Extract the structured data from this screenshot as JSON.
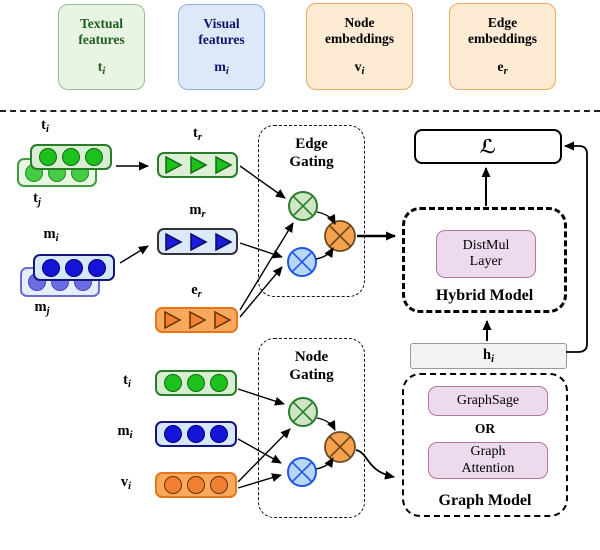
{
  "legend": {
    "items": [
      {
        "line1": "Textual",
        "line2": "features",
        "sym": "t",
        "sub": "i"
      },
      {
        "line1": "Visual",
        "line2": "features",
        "sym": "m",
        "sub": "i"
      },
      {
        "line1": "Node",
        "line2": "embeddings",
        "sym": "v",
        "sub": "i"
      },
      {
        "line1": "Edge",
        "line2": "embeddings",
        "sym": "e",
        "sub": "r"
      }
    ]
  },
  "diagram": {
    "inputs": {
      "ti": {
        "sym": "t",
        "sub": "i"
      },
      "tj": {
        "sym": "t",
        "sub": "j"
      },
      "mi": {
        "sym": "m",
        "sub": "i"
      },
      "mj": {
        "sym": "m",
        "sub": "j"
      },
      "tr": {
        "sym": "t",
        "sub": "r"
      },
      "mr": {
        "sym": "m",
        "sub": "r"
      },
      "er": {
        "sym": "e",
        "sub": "r"
      },
      "ti2": {
        "sym": "t",
        "sub": "i"
      },
      "mi2": {
        "sym": "m",
        "sub": "i"
      },
      "vi": {
        "sym": "v",
        "sub": "i"
      }
    },
    "edge_gating": {
      "line1": "Edge",
      "line2": "Gating"
    },
    "node_gating": {
      "line1": "Node",
      "line2": "Gating"
    },
    "loss": "ℒ",
    "hidden": {
      "sym": "h",
      "sub": "i"
    },
    "hybrid_model": {
      "label": "Hybrid Model",
      "layer_line1": "DistMul",
      "layer_line2": "Layer"
    },
    "graph_model": {
      "label": "Graph Model",
      "option1": "GraphSage",
      "or": "OR",
      "option2_line1": "Graph",
      "option2_line2": "Attention"
    }
  },
  "colors": {
    "textual_green": "#1dc11d",
    "visual_blue": "#1414d6",
    "embedding_orange": "#f28033",
    "layer_pink": "#eddaed",
    "gate_green_fill": "#cfe6c6",
    "gate_blue_fill": "#b5d7f8",
    "gate_orange_fill": "#f5a14d"
  }
}
